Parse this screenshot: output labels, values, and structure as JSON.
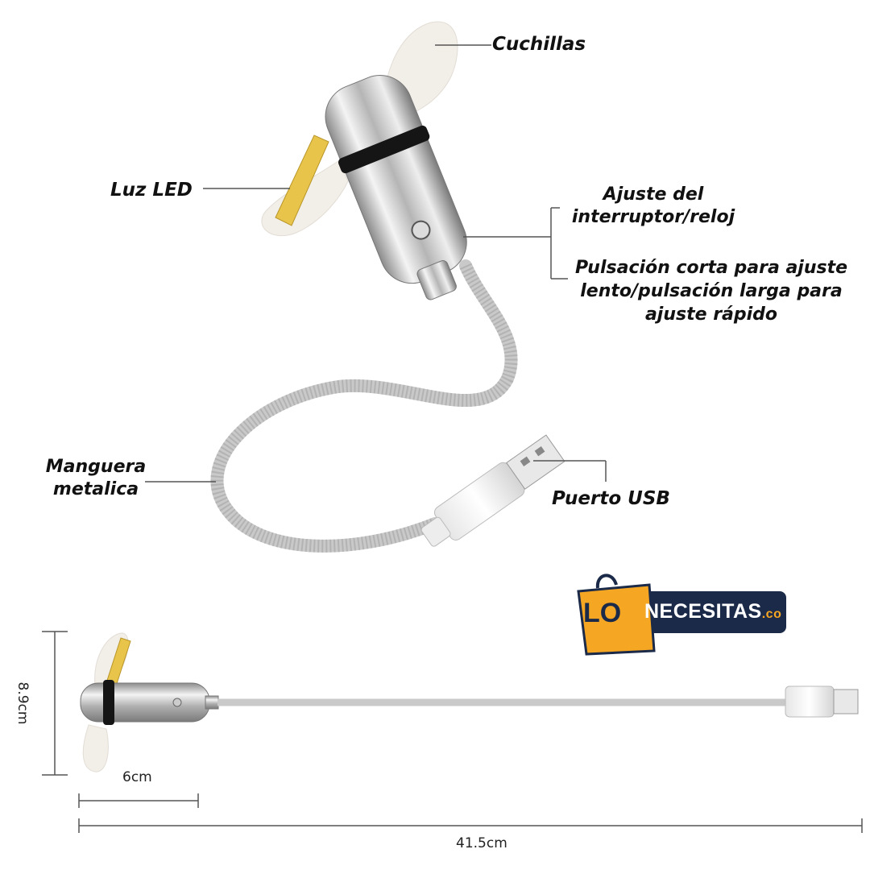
{
  "labels": {
    "blades": "Cuchillas",
    "led": "Luz LED",
    "switch_line1": "Ajuste del",
    "switch_line2": "interruptor/reloj",
    "press_line1": "Pulsación corta para ajuste",
    "press_line2": "lento/pulsación larga para",
    "press_line3": "ajuste rápido",
    "hose_line1": "Manguera",
    "hose_line2": "metalica",
    "usb": "Puerto USB"
  },
  "dimensions": {
    "height": "8.9cm",
    "head_length": "6cm",
    "total_length": "41.5cm"
  },
  "brand": {
    "lo": "LO",
    "name": "NECESITAS",
    "suffix": ".co"
  },
  "colors": {
    "brand_orange": "#f5a623",
    "brand_navy": "#1b2a48",
    "led_yellow": "#e8c44a"
  }
}
